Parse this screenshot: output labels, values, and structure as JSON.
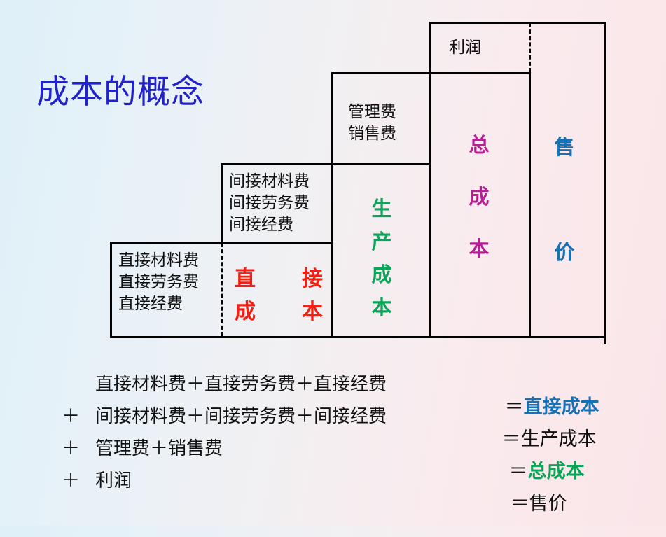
{
  "title": "成本的概念",
  "colors": {
    "title": "#2222cc",
    "direct_cost": "#f41f12",
    "production_cost": "#0aa558",
    "total_cost": "#b81f96",
    "selling_price": "#1572b8",
    "text": "#111111",
    "border": "#000000",
    "bg_left": "#dff0f8",
    "bg_right": "#fae6e9"
  },
  "diagram": {
    "tier1": {
      "items_label": "直接材料费\n直接劳务费\n直接经费",
      "items": [
        "直接材料费",
        "直接劳务费",
        "直接经费"
      ],
      "summary": "直　接\n成　本",
      "summary_plain": "直接成本"
    },
    "tier2": {
      "items_label": "间接材料费\n间接劳务费\n间接经费",
      "items": [
        "间接材料费",
        "间接劳务费",
        "间接经费"
      ],
      "summary": "生\n产\n成\n本",
      "summary_plain": "生产成本"
    },
    "tier3": {
      "items_label": "管理费\n销售费",
      "items": [
        "管理费",
        "销售费"
      ],
      "summary": "总\n成\n本",
      "summary_plain": "总成本"
    },
    "tier4": {
      "items_label": "利润",
      "items": [
        "利润"
      ],
      "summary": "售\n价",
      "summary_plain": "售价"
    }
  },
  "equations": [
    {
      "plus": "",
      "terms": "直接材料费＋直接劳务费＋直接经费",
      "eq": "＝",
      "result": "直接成本",
      "result_color": "blue"
    },
    {
      "plus": "＋",
      "terms": "间接材料费＋间接劳务费＋间接经费",
      "eq": "＝",
      "result": "生产成本",
      "result_color": "black"
    },
    {
      "plus": "＋",
      "terms": "管理费＋销售费",
      "eq": "＝",
      "result": "总成本",
      "result_color": "green"
    },
    {
      "plus": "＋",
      "terms": "利润",
      "eq": "＝",
      "result": "售价",
      "result_color": "black"
    }
  ]
}
